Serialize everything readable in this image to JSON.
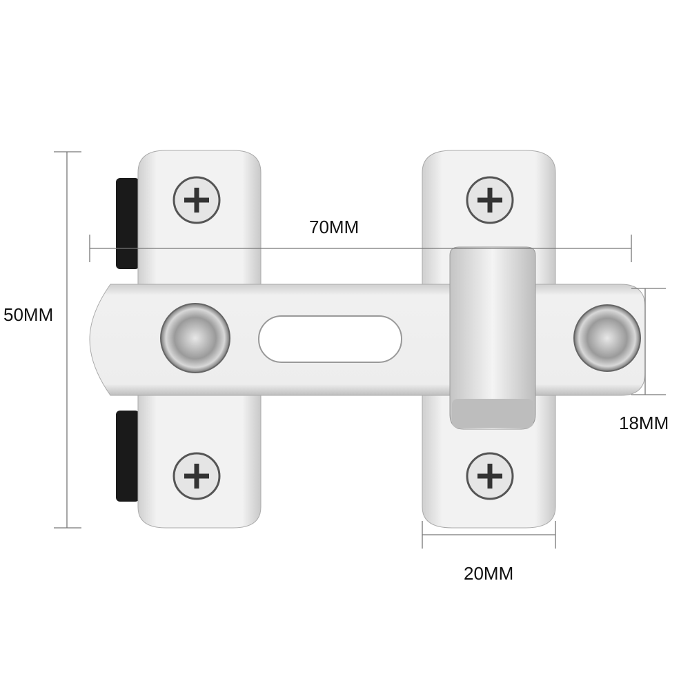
{
  "dimensions": {
    "height_label": "50MM",
    "length_label": "70MM",
    "bar_width_label": "18MM",
    "plate_width_label": "20MM"
  },
  "colors": {
    "metal_light": "#f4f4f4",
    "metal_mid": "#d9d9d9",
    "metal_dark": "#9a9a9a",
    "rubber": "#1a1a1a",
    "dimension_line": "#777777"
  }
}
